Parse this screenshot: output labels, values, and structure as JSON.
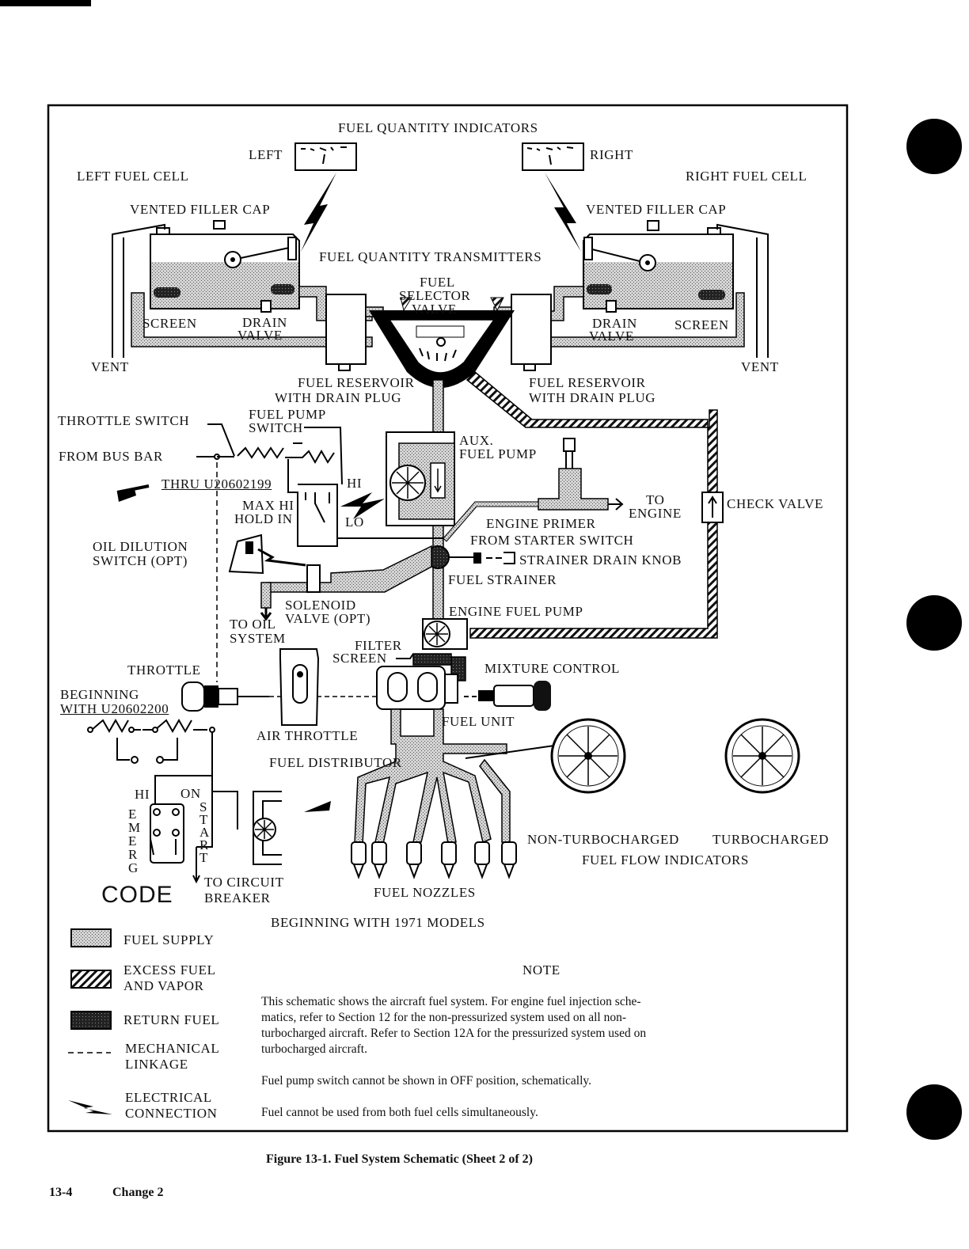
{
  "labels": {
    "fuel_quantity_indicators": "FUEL QUANTITY INDICATORS",
    "left": "LEFT",
    "right": "RIGHT",
    "left_fuel_cell": "LEFT FUEL CELL",
    "right_fuel_cell": "RIGHT FUEL CELL",
    "vented_filler_cap_left": "VENTED FILLER CAP",
    "vented_filler_cap_right": "VENTED FILLER CAP",
    "fuel_quantity_transmitters": "FUEL QUANTITY TRANSMITTERS",
    "fuel_selector_valve_1": "FUEL",
    "fuel_selector_valve_2": "SELECTOR",
    "fuel_selector_valve_3": "VALVE",
    "screen_left": "SCREEN",
    "screen_right": "SCREEN",
    "drain_valve_left_1": "DRAIN",
    "drain_valve_left_2": "VALVE",
    "drain_valve_right_1": "DRAIN",
    "drain_valve_right_2": "VALVE",
    "vent_left": "VENT",
    "vent_right": "VENT",
    "fuel_reservoir_left_1": "FUEL RESERVOIR",
    "fuel_reservoir_left_2": "WITH DRAIN PLUG",
    "fuel_reservoir_right_1": "FUEL RESERVOIR",
    "fuel_reservoir_right_2": "WITH DRAIN PLUG",
    "throttle_switch": "THROTTLE SWITCH",
    "fuel_pump_switch_1": "FUEL PUMP",
    "fuel_pump_switch_2": "SWITCH",
    "from_bus_bar": "FROM BUS BAR",
    "thru_serial": "THRU U20602199",
    "aux_fuel_pump_1": "AUX.",
    "aux_fuel_pump_2": "FUEL PUMP",
    "hi": "HI",
    "lo": "LO",
    "max_hi_hold_in_1": "MAX HI",
    "max_hi_hold_in_2": "HOLD IN",
    "to_engine_1": "TO",
    "to_engine_2": "ENGINE",
    "check_valve": "CHECK VALVE",
    "engine_primer": "ENGINE PRIMER",
    "from_starter_switch": "FROM STARTER SWITCH",
    "oil_dilution_1": "OIL DILUTION",
    "oil_dilution_2": "SWITCH (OPT)",
    "strainer_drain_knob": "STRAINER DRAIN KNOB",
    "fuel_strainer": "FUEL STRAINER",
    "solenoid_1": "SOLENOID",
    "solenoid_2": "VALVE (OPT)",
    "to_oil_system_1": "TO OIL",
    "to_oil_system_2": "SYSTEM",
    "engine_fuel_pump": "ENGINE FUEL PUMP",
    "filter_screen_1": "FILTER",
    "filter_screen_2": "SCREEN",
    "throttle": "THROTTLE",
    "mixture_control": "MIXTURE CONTROL",
    "beginning_with_1": "BEGINNING",
    "beginning_with_2": "WITH U20602200",
    "fuel_unit": "FUEL UNIT",
    "air_throttle": "AIR THROTTLE",
    "fuel_distributor": "FUEL DISTRIBUTOR",
    "on": "ON",
    "hi2": "HI",
    "emerg": "EMERG",
    "start": "START",
    "non_turbocharged": "NON-TURBOCHARGED",
    "turbocharged": "TURBOCHARGED",
    "fuel_flow_indicators": "FUEL FLOW INDICATORS",
    "to_circuit_1": "TO CIRCUIT",
    "to_circuit_2": "BREAKER",
    "fuel_nozzles": "FUEL NOZZLES",
    "beginning_1971": "BEGINNING WITH 1971 MODELS"
  },
  "code": {
    "title": "CODE",
    "fuel_supply": "FUEL SUPPLY",
    "excess_fuel_1": "EXCESS FUEL",
    "excess_fuel_2": "AND VAPOR",
    "return_fuel": "RETURN FUEL",
    "mechanical_1": "MECHANICAL",
    "mechanical_2": "LINKAGE",
    "electrical_1": "ELECTRICAL",
    "electrical_2": "CONNECTION"
  },
  "note": {
    "title": "NOTE",
    "p1_l1": "This schematic shows the aircraft fuel system.  For engine fuel injection sche-",
    "p1_l2": "matics, refer to Section 12 for the non-pressurized system used on all non-",
    "p1_l3": "turbocharged aircraft.  Refer to Section 12A for the pressurized system used on",
    "p1_l4": "turbocharged aircraft.",
    "p2": "Fuel pump switch cannot be shown in OFF position, schematically.",
    "p3": "Fuel cannot be used from both fuel cells simultaneously."
  },
  "caption": "Figure 13-1.  Fuel System Schematic (Sheet 2 of 2)",
  "footer": {
    "page": "13-4",
    "change": "Change 2"
  }
}
